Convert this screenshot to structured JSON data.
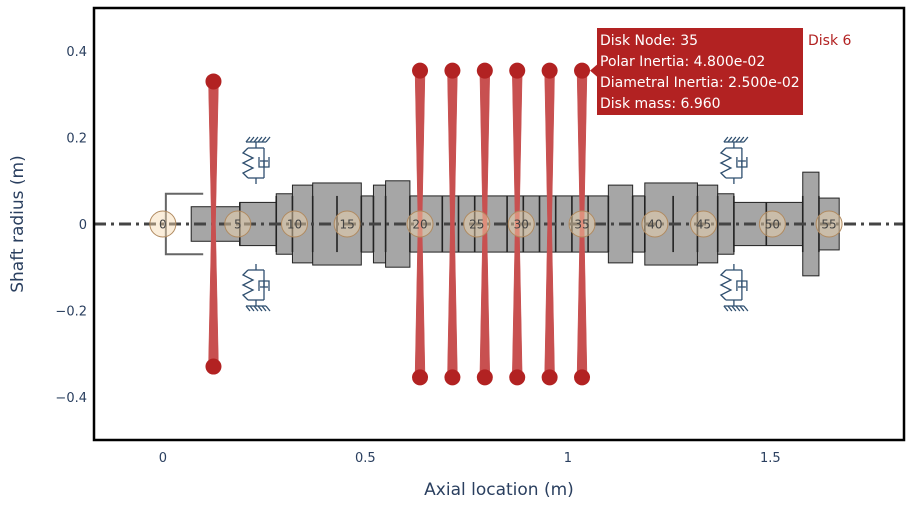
{
  "chart_data": {
    "type": "scatter",
    "xlabel": "Axial location (m)",
    "ylabel": "Shaft radius (m)",
    "xlim": [
      -0.17,
      1.83
    ],
    "ylim": [
      -0.5,
      0.5
    ],
    "x_ticks": [
      {
        "value": 0,
        "label": "0"
      },
      {
        "value": 0.5,
        "label": "0.5"
      },
      {
        "value": 1,
        "label": "1"
      },
      {
        "value": 1.5,
        "label": "1.5"
      }
    ],
    "y_ticks": [
      {
        "value": 0.4,
        "label": "0.4"
      },
      {
        "value": 0.2,
        "label": "0.2"
      },
      {
        "value": 0,
        "label": "0"
      },
      {
        "value": -0.2,
        "label": "−0.2"
      },
      {
        "value": -0.4,
        "label": "−0.4"
      }
    ],
    "colors": {
      "shaft_fill": "#a6a6a6",
      "shaft_edge": "#222222",
      "disk": "#b22222",
      "disk_stem": "#c85050",
      "node_fill": "#f7d9b0",
      "node_edge": "#b08a60",
      "centerline": "#444444",
      "bearing": "#2f4f6f",
      "hover_bg": "#b22222",
      "hover_name": "#b22222",
      "frame": "#000000"
    },
    "shaft_elements": [
      {
        "x0": 0.07,
        "x1": 0.19,
        "r": 0.04
      },
      {
        "x0": 0.19,
        "x1": 0.28,
        "r": 0.05
      },
      {
        "x0": 0.28,
        "x1": 0.32,
        "r": 0.07
      },
      {
        "x0": 0.32,
        "x1": 0.37,
        "r": 0.09
      },
      {
        "x0": 0.37,
        "x1": 0.49,
        "r": 0.095
      },
      {
        "x0": 0.49,
        "x1": 0.52,
        "r": 0.065
      },
      {
        "x0": 0.52,
        "x1": 0.55,
        "r": 0.09
      },
      {
        "x0": 0.55,
        "x1": 0.61,
        "r": 0.1
      },
      {
        "x0": 0.61,
        "x1": 1.1,
        "r": 0.065
      },
      {
        "x0": 1.1,
        "x1": 1.16,
        "r": 0.09
      },
      {
        "x0": 1.16,
        "x1": 1.19,
        "r": 0.065
      },
      {
        "x0": 1.19,
        "x1": 1.32,
        "r": 0.095
      },
      {
        "x0": 1.32,
        "x1": 1.37,
        "r": 0.09
      },
      {
        "x0": 1.37,
        "x1": 1.41,
        "r": 0.07
      },
      {
        "x0": 1.41,
        "x1": 1.58,
        "r": 0.05
      },
      {
        "x0": 1.58,
        "x1": 1.62,
        "r": 0.12
      },
      {
        "x0": 1.62,
        "x1": 1.67,
        "r": 0.06
      }
    ],
    "element_breaks": [
      0.19,
      0.28,
      0.32,
      0.37,
      0.43,
      0.49,
      0.52,
      0.55,
      0.61,
      0.69,
      0.73,
      0.77,
      0.85,
      0.89,
      0.93,
      0.97,
      1.01,
      1.05,
      1.1,
      1.16,
      1.19,
      1.26,
      1.32,
      1.37,
      1.41,
      1.49,
      1.58,
      1.62
    ],
    "disks": [
      {
        "x": 0.125,
        "r": 0.33
      },
      {
        "x": 0.635,
        "r": 0.355
      },
      {
        "x": 0.715,
        "r": 0.355
      },
      {
        "x": 0.795,
        "r": 0.355
      },
      {
        "x": 0.875,
        "r": 0.355
      },
      {
        "x": 0.955,
        "r": 0.355
      },
      {
        "x": 1.035,
        "r": 0.355
      }
    ],
    "nodes": [
      {
        "x": 0.0,
        "label": "0"
      },
      {
        "x": 0.185,
        "label": "5"
      },
      {
        "x": 0.325,
        "label": "10"
      },
      {
        "x": 0.455,
        "label": "15"
      },
      {
        "x": 0.635,
        "label": "20"
      },
      {
        "x": 0.775,
        "label": "25"
      },
      {
        "x": 0.885,
        "label": "30"
      },
      {
        "x": 1.035,
        "label": "35"
      },
      {
        "x": 1.215,
        "label": "40"
      },
      {
        "x": 1.335,
        "label": "45"
      },
      {
        "x": 1.505,
        "label": "50"
      },
      {
        "x": 1.645,
        "label": "55"
      }
    ],
    "bearings": [
      {
        "x": 0.23
      },
      {
        "x": 1.41
      }
    ],
    "coupling": {
      "x0": 0.0,
      "x1": 0.07,
      "r": 0.07
    },
    "hover": {
      "lines": [
        "Disk Node: 35",
        "Polar Inertia: 4.800e-02",
        "Diametral Inertia: 2.500e-02",
        "Disk mass: 6.960"
      ],
      "name": "Disk 6"
    }
  }
}
